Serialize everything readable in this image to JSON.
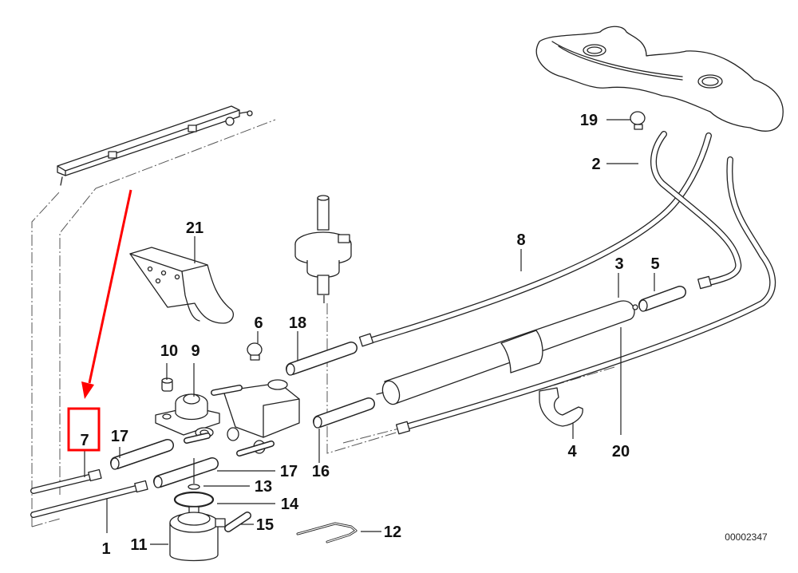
{
  "diagram": {
    "catalog_number": "00002347",
    "highlight_color": "#ff0000",
    "highlighted_part": "7",
    "parts": [
      {
        "id": "p1",
        "label": "1",
        "name": "fuel-line"
      },
      {
        "id": "p2",
        "label": "2",
        "name": "fuel-pipe"
      },
      {
        "id": "p3",
        "label": "3",
        "name": "fuel-filter"
      },
      {
        "id": "p4",
        "label": "4",
        "name": "filter-bracket"
      },
      {
        "id": "p5",
        "label": "5",
        "name": "hose"
      },
      {
        "id": "p6",
        "label": "6",
        "name": "hose-clamp"
      },
      {
        "id": "p7",
        "label": "7",
        "name": "fuel-line"
      },
      {
        "id": "p8",
        "label": "8",
        "name": "vent-pipe"
      },
      {
        "id": "p9",
        "label": "9",
        "name": "pressure-regulator-mount"
      },
      {
        "id": "p10",
        "label": "10",
        "name": "bushing"
      },
      {
        "id": "p11",
        "label": "11",
        "name": "pressure-regulator"
      },
      {
        "id": "p12",
        "label": "12",
        "name": "retaining-clip"
      },
      {
        "id": "p13",
        "label": "13",
        "name": "o-ring-small"
      },
      {
        "id": "p14",
        "label": "14",
        "name": "o-ring-large"
      },
      {
        "id": "p15",
        "label": "15",
        "name": "hose-short"
      },
      {
        "id": "p16",
        "label": "16",
        "name": "hose"
      },
      {
        "id": "p17a",
        "label": "17",
        "name": "hose"
      },
      {
        "id": "p17b",
        "label": "17",
        "name": "hose"
      },
      {
        "id": "p18",
        "label": "18",
        "name": "hose"
      },
      {
        "id": "p19",
        "label": "19",
        "name": "hose-clamp"
      },
      {
        "id": "p20",
        "label": "20",
        "name": "fuel-feed-line"
      },
      {
        "id": "p21",
        "label": "21",
        "name": "bracket"
      }
    ]
  }
}
